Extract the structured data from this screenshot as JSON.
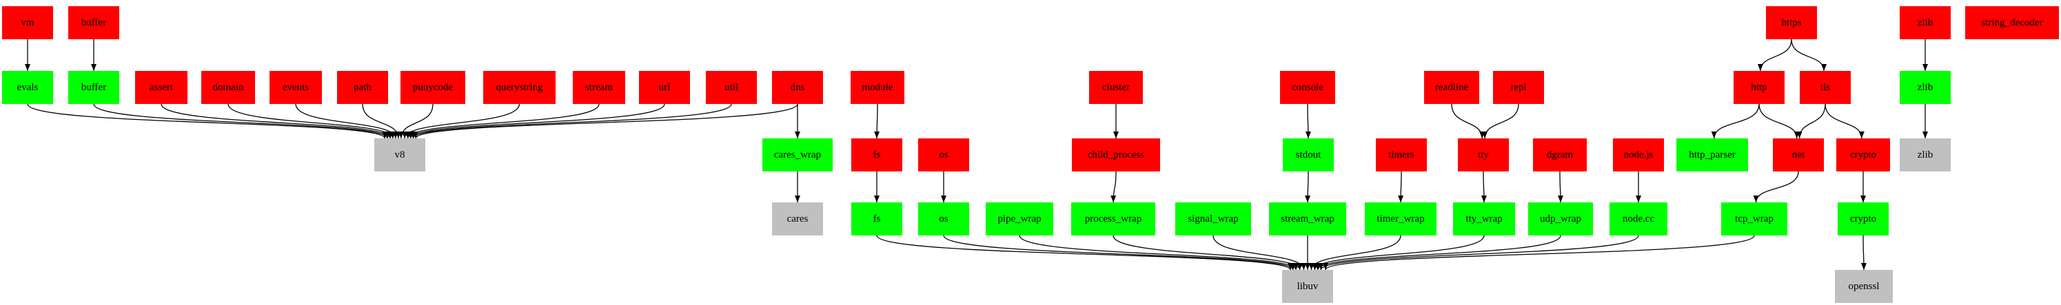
{
  "diagram": {
    "colors": {
      "js_module": "#ff0000",
      "cpp_binding": "#00ff00",
      "dependency": "#c0c0c0",
      "edge": "#000000"
    },
    "nodes": {
      "vm": {
        "label": "vm",
        "kind": "js"
      },
      "buffer_js": {
        "label": "buffer",
        "kind": "js"
      },
      "evals": {
        "label": "evals",
        "kind": "binding"
      },
      "buffer_cc": {
        "label": "buffer",
        "kind": "binding"
      },
      "assert": {
        "label": "assert",
        "kind": "js"
      },
      "domain": {
        "label": "domain",
        "kind": "js"
      },
      "events": {
        "label": "events",
        "kind": "js"
      },
      "path": {
        "label": "path",
        "kind": "js"
      },
      "punycode": {
        "label": "punycode",
        "kind": "js"
      },
      "querystring": {
        "label": "querystring",
        "kind": "js"
      },
      "stream": {
        "label": "stream",
        "kind": "js"
      },
      "url": {
        "label": "url",
        "kind": "js"
      },
      "util": {
        "label": "util",
        "kind": "js"
      },
      "dns": {
        "label": "dns",
        "kind": "js"
      },
      "v8": {
        "label": "v8",
        "kind": "dep"
      },
      "cares_wrap": {
        "label": "cares_wrap",
        "kind": "binding"
      },
      "cares": {
        "label": "cares",
        "kind": "dep"
      },
      "module": {
        "label": "module",
        "kind": "js"
      },
      "fs_js": {
        "label": "fs",
        "kind": "js"
      },
      "fs_cc": {
        "label": "fs",
        "kind": "binding"
      },
      "os_js": {
        "label": "os",
        "kind": "js"
      },
      "os_cc": {
        "label": "os",
        "kind": "binding"
      },
      "pipe_wrap": {
        "label": "pipe_wrap",
        "kind": "binding"
      },
      "cluster": {
        "label": "cluster",
        "kind": "js"
      },
      "child_process": {
        "label": "child_process",
        "kind": "js"
      },
      "process_wrap": {
        "label": "process_wrap",
        "kind": "binding"
      },
      "signal_wrap": {
        "label": "signal_wrap",
        "kind": "binding"
      },
      "console": {
        "label": "console",
        "kind": "js"
      },
      "stdout": {
        "label": "stdout",
        "kind": "binding"
      },
      "stream_wrap": {
        "label": "stream_wrap",
        "kind": "binding"
      },
      "timers": {
        "label": "timers",
        "kind": "js"
      },
      "timer_wrap": {
        "label": "timer_wrap",
        "kind": "binding"
      },
      "readline": {
        "label": "readline",
        "kind": "js"
      },
      "repl": {
        "label": "repl",
        "kind": "js"
      },
      "tty_js": {
        "label": "tty",
        "kind": "js"
      },
      "tty_wrap": {
        "label": "tty_wrap",
        "kind": "binding"
      },
      "dgram": {
        "label": "dgram",
        "kind": "js"
      },
      "udp_wrap": {
        "label": "udp_wrap",
        "kind": "binding"
      },
      "nodejs": {
        "label": "node.js",
        "kind": "js"
      },
      "nodecc": {
        "label": "node.cc",
        "kind": "binding"
      },
      "libuv": {
        "label": "libuv",
        "kind": "dep"
      },
      "https": {
        "label": "https",
        "kind": "js"
      },
      "http": {
        "label": "http",
        "kind": "js"
      },
      "tls": {
        "label": "tls",
        "kind": "js"
      },
      "http_parser": {
        "label": "http_parser",
        "kind": "binding"
      },
      "net": {
        "label": "net",
        "kind": "js"
      },
      "crypto_js": {
        "label": "crypto",
        "kind": "js"
      },
      "tcp_wrap": {
        "label": "tcp_wrap",
        "kind": "binding"
      },
      "crypto_cc": {
        "label": "crypto",
        "kind": "binding"
      },
      "openssl": {
        "label": "openssl",
        "kind": "dep"
      },
      "zlib_js": {
        "label": "zlib",
        "kind": "js"
      },
      "zlib_cc": {
        "label": "zlib",
        "kind": "binding"
      },
      "zlib_dep": {
        "label": "zlib",
        "kind": "dep"
      },
      "string_decoder": {
        "label": "string_decoder",
        "kind": "js"
      }
    },
    "edges": [
      [
        "vm",
        "evals"
      ],
      [
        "buffer_js",
        "buffer_cc"
      ],
      [
        "evals",
        "v8"
      ],
      [
        "buffer_cc",
        "v8"
      ],
      [
        "assert",
        "v8"
      ],
      [
        "domain",
        "v8"
      ],
      [
        "events",
        "v8"
      ],
      [
        "path",
        "v8"
      ],
      [
        "punycode",
        "v8"
      ],
      [
        "querystring",
        "v8"
      ],
      [
        "stream",
        "v8"
      ],
      [
        "url",
        "v8"
      ],
      [
        "util",
        "v8"
      ],
      [
        "dns",
        "v8"
      ],
      [
        "dns",
        "cares_wrap"
      ],
      [
        "cares_wrap",
        "cares"
      ],
      [
        "module",
        "fs_js"
      ],
      [
        "fs_js",
        "fs_cc"
      ],
      [
        "os_js",
        "os_cc"
      ],
      [
        "cluster",
        "child_process"
      ],
      [
        "child_process",
        "process_wrap"
      ],
      [
        "console",
        "stdout"
      ],
      [
        "stdout",
        "stream_wrap"
      ],
      [
        "timers",
        "timer_wrap"
      ],
      [
        "readline",
        "tty_js"
      ],
      [
        "repl",
        "tty_js"
      ],
      [
        "tty_js",
        "tty_wrap"
      ],
      [
        "dgram",
        "udp_wrap"
      ],
      [
        "nodejs",
        "nodecc"
      ],
      [
        "fs_cc",
        "libuv"
      ],
      [
        "os_cc",
        "libuv"
      ],
      [
        "pipe_wrap",
        "libuv"
      ],
      [
        "process_wrap",
        "libuv"
      ],
      [
        "signal_wrap",
        "libuv"
      ],
      [
        "stream_wrap",
        "libuv"
      ],
      [
        "timer_wrap",
        "libuv"
      ],
      [
        "tty_wrap",
        "libuv"
      ],
      [
        "udp_wrap",
        "libuv"
      ],
      [
        "nodecc",
        "libuv"
      ],
      [
        "tcp_wrap",
        "libuv"
      ],
      [
        "https",
        "http"
      ],
      [
        "https",
        "tls"
      ],
      [
        "http",
        "http_parser"
      ],
      [
        "http",
        "net"
      ],
      [
        "tls",
        "net"
      ],
      [
        "tls",
        "crypto_js"
      ],
      [
        "net",
        "tcp_wrap"
      ],
      [
        "crypto_js",
        "crypto_cc"
      ],
      [
        "crypto_cc",
        "openssl"
      ],
      [
        "zlib_js",
        "zlib_cc"
      ],
      [
        "zlib_cc",
        "zlib_dep"
      ]
    ]
  }
}
